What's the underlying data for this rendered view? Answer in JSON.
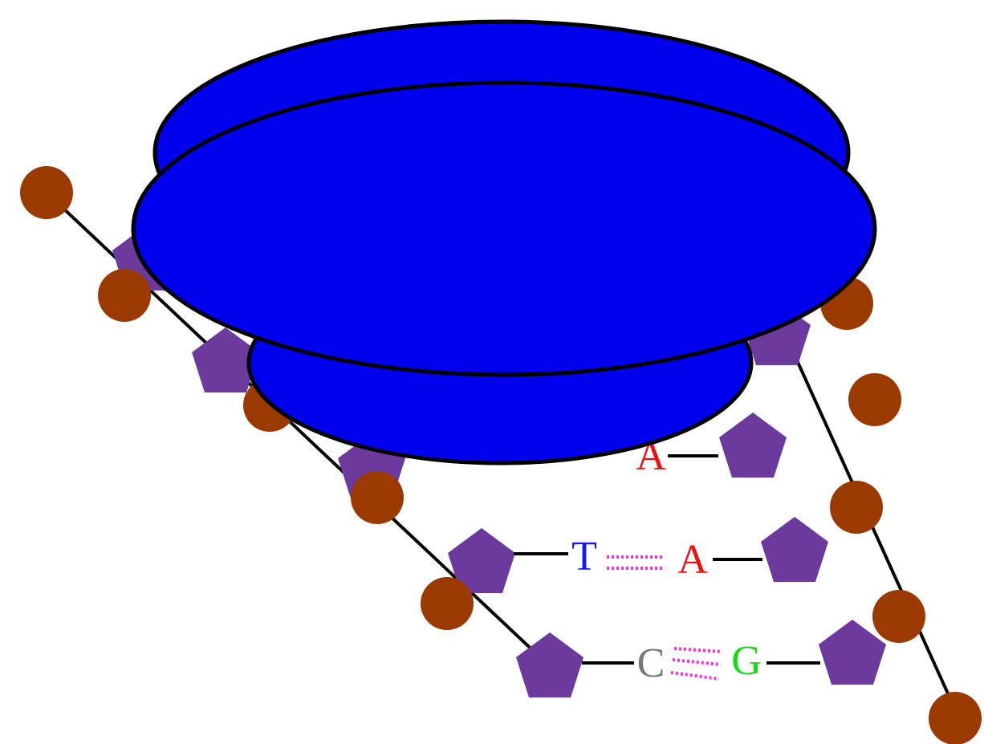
{
  "colors": {
    "background": "#ffffff",
    "backbone_line": "#000000",
    "phosphate": "#9b3a00",
    "sugar": "#6b3a9c",
    "protein": "#0000ee",
    "protein_outline": "#000000",
    "hydrogen_bond": "#ee33dd",
    "base_A": "#ee1111",
    "base_T": "#1a1aee",
    "base_C": "#777777",
    "base_G": "#11dd11"
  },
  "protein": {
    "shape": "blue-disc",
    "label": ""
  },
  "base_pairs": [
    {
      "left": "",
      "right": "A",
      "bonds": 0
    },
    {
      "left": "T",
      "right": "A",
      "bonds": 2
    },
    {
      "left": "C",
      "right": "G",
      "bonds": 3
    }
  ]
}
